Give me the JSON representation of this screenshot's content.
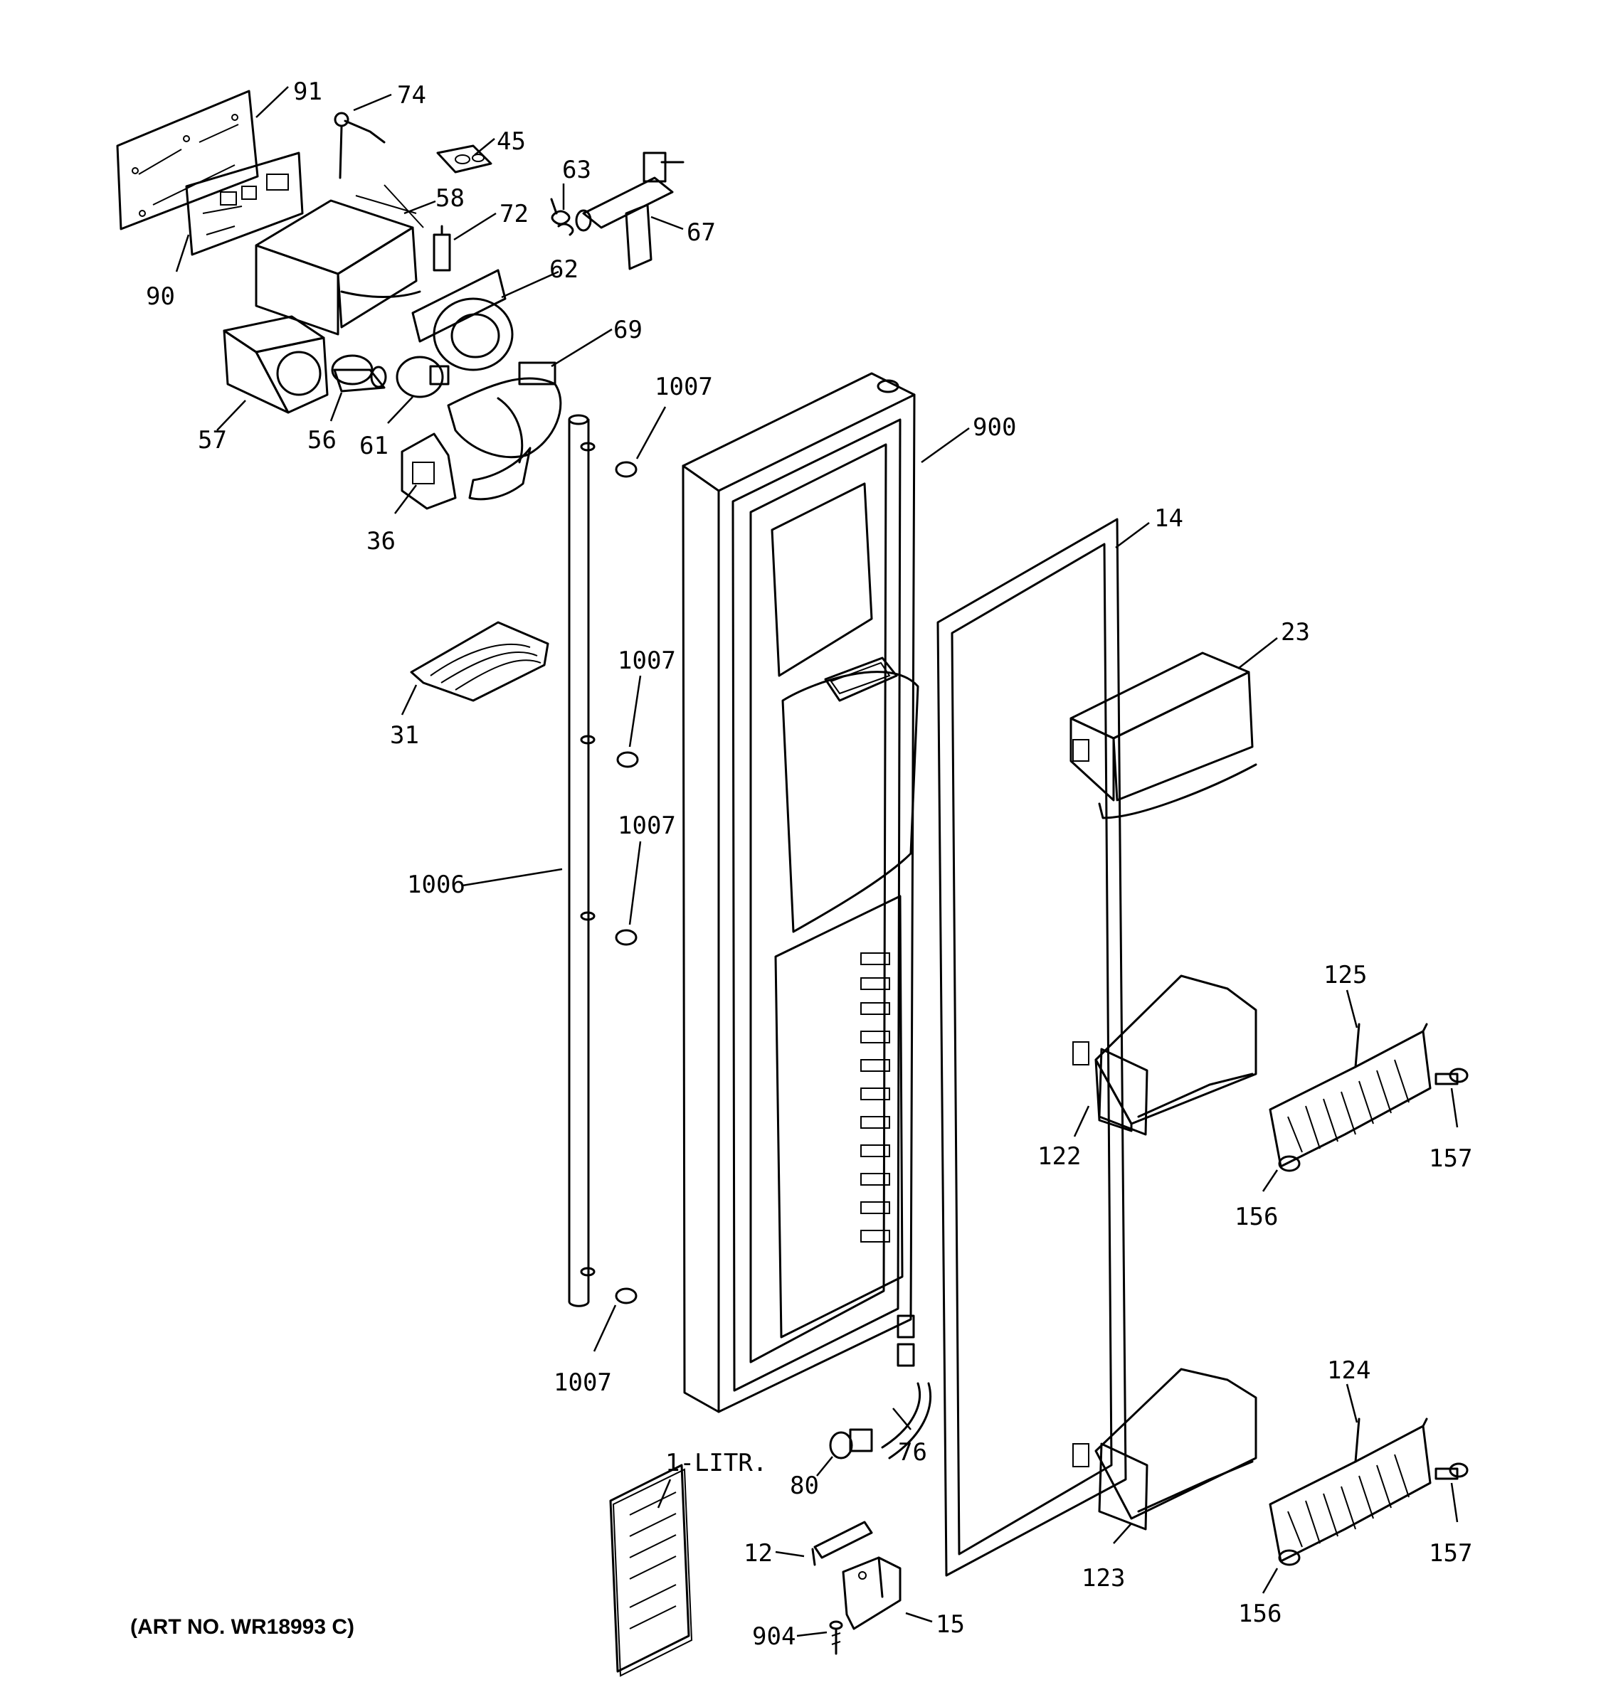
{
  "title": "",
  "art_number": "(ART NO. WR18993 C)",
  "callouts": {
    "c91": "91",
    "c74": "74",
    "c45": "45",
    "c63": "63",
    "c58": "58",
    "c72": "72",
    "c67": "67",
    "c62": "62",
    "c90": "90",
    "c69": "69",
    "c57": "57",
    "c56": "56",
    "c61": "61",
    "c36": "36",
    "c1007a": "1007",
    "c900": "900",
    "c14": "14",
    "c23": "23",
    "c31": "31",
    "c1007b": "1007",
    "c1007c": "1007",
    "c1006": "1006",
    "c125": "125",
    "c122": "122",
    "c157a": "157",
    "c156a": "156",
    "c1007d": "1007",
    "c124": "124",
    "c76": "76",
    "c80": "80",
    "c1litr": "1-LITR.",
    "c12": "12",
    "c123": "123",
    "c157b": "157",
    "c156b": "156",
    "c904": "904",
    "c15": "15"
  }
}
